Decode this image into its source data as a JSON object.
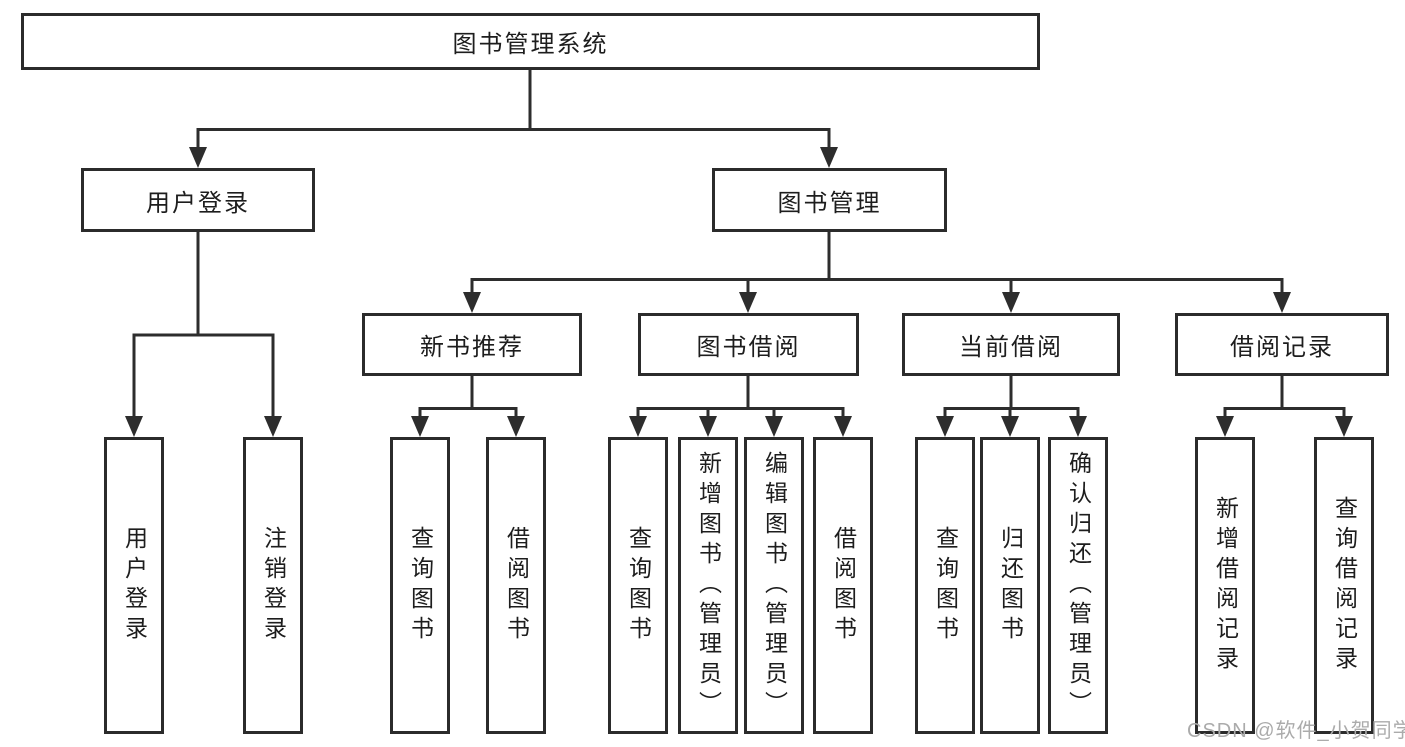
{
  "diagram": {
    "title": "图书管理系统",
    "level2": {
      "user_login": "用户登录",
      "book_management": "图书管理"
    },
    "level3": {
      "new_book_recommend": "新书推荐",
      "book_borrow": "图书借阅",
      "current_borrow": "当前借阅",
      "borrow_record": "借阅记录"
    },
    "leaves": {
      "user_login": "用户登录",
      "logout_login": "注销登录",
      "recommend_query_book": "查询图书",
      "recommend_borrow_book": "借阅图书",
      "borrow_query_book": "查询图书",
      "borrow_add_book_admin": "新增图书（管理员）",
      "borrow_edit_book_admin": "编辑图书（管理员）",
      "borrow_borrow_book": "借阅图书",
      "current_query_book": "查询图书",
      "current_return_book": "归还图书",
      "current_confirm_return_admin": "确认归还（管理员）",
      "record_add": "新增借阅记录",
      "record_query": "查询借阅记录"
    }
  },
  "watermark": "CSDN @软件_小贺同学",
  "colors": {
    "line": "#2d2d2d",
    "border": "#2b2b2b",
    "text": "#1d1d1d",
    "watermark": "#ababab",
    "background": "#ffffff"
  }
}
